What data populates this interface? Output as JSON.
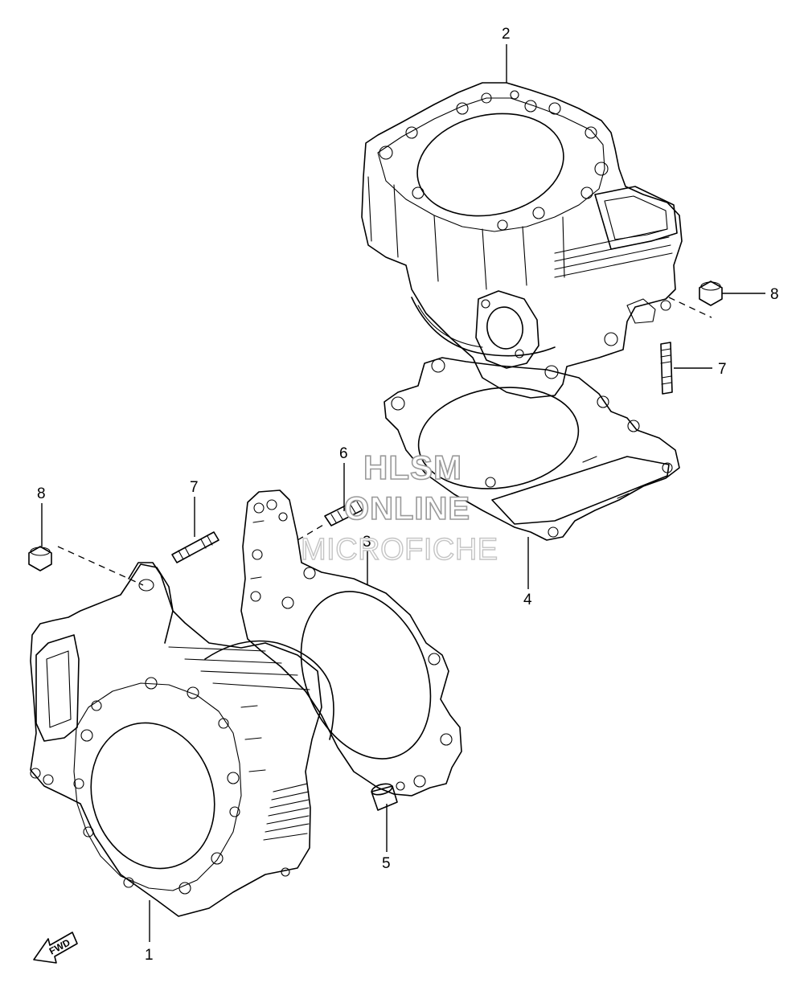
{
  "watermark": {
    "line1": "HLSM",
    "line2": "ONLINE",
    "line3": "MICROFICHE"
  },
  "callouts": [
    {
      "id": "label-1",
      "text": "1"
    },
    {
      "id": "label-2",
      "text": "2"
    },
    {
      "id": "label-3",
      "text": "3"
    },
    {
      "id": "label-4",
      "text": "4"
    },
    {
      "id": "label-5",
      "text": "5"
    },
    {
      "id": "label-6",
      "text": "6"
    },
    {
      "id": "label-7-right",
      "text": "7"
    },
    {
      "id": "label-7-left",
      "text": "7"
    },
    {
      "id": "label-8-right",
      "text": "8"
    },
    {
      "id": "label-8-left",
      "text": "8"
    }
  ],
  "direction_arrow": {
    "text": "FWD"
  },
  "colors": {
    "line": "#000000",
    "background": "#ffffff",
    "watermark": "#9a9a9a"
  }
}
